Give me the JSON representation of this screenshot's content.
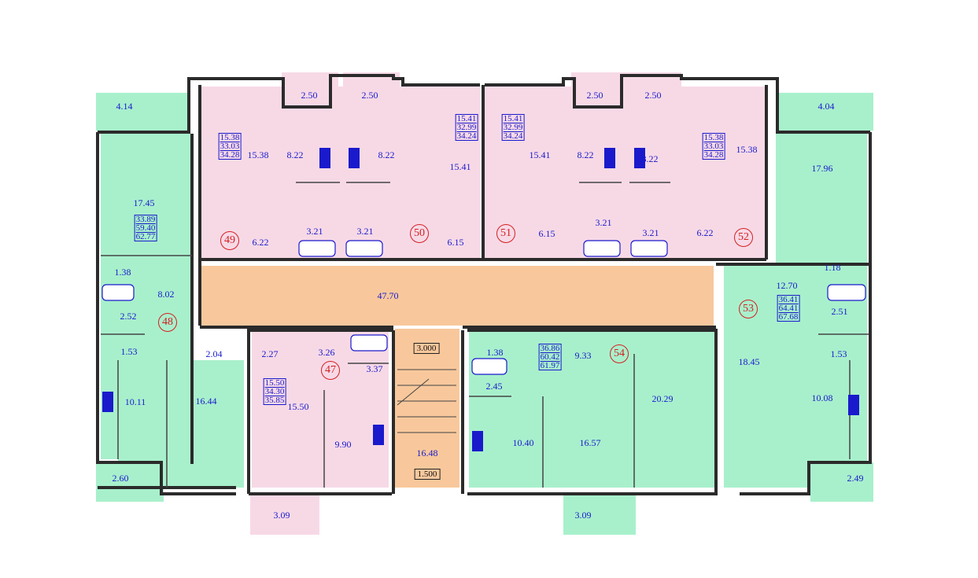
{
  "colors": {
    "green": "#a8f0cc",
    "pink": "#f7d9e6",
    "corridor": "#f8c89c",
    "wall": "#2b2b2b",
    "text": "#1a1acc",
    "apt": "#d42020"
  },
  "apartments": [
    "49",
    "50",
    "51",
    "52",
    "53",
    "54",
    "48",
    "47"
  ],
  "stacks": {
    "a49": [
      "15.38",
      "33.03",
      "34.28"
    ],
    "a50": [
      "15.41",
      "32.99",
      "34.24"
    ],
    "a51": [
      "15.41",
      "32.99",
      "34.24"
    ],
    "a52": [
      "15.38",
      "33.03",
      "34.28"
    ],
    "a48": [
      "33.89",
      "59.40",
      "62.77"
    ],
    "a53": [
      "36.41",
      "64.41",
      "67.68"
    ],
    "a54": [
      "36.86",
      "60.42",
      "61.97"
    ],
    "a47": [
      "15.50",
      "34.30",
      "35.85"
    ]
  },
  "areas": {
    "balc_tl": "4.14",
    "balc_49": "2.50",
    "balc_50": "2.50",
    "balc_51": "2.50",
    "balc_52": "2.50",
    "balc_tr": "4.04",
    "r49_room": "15.38",
    "r49_kit": "8.22",
    "r49_bath": "3.21",
    "r49_hall": "6.22",
    "r50_kit": "8.22",
    "r50_room": "15.41",
    "r50_bath": "3.21",
    "r50_hall": "6.15",
    "r51_room": "15.41",
    "r51_kit": "8.22",
    "r51_bath": "3.21",
    "r51_hall": "6.15",
    "r52_kit": "8.22",
    "r52_room": "15.38",
    "r52_bath": "3.21",
    "r52_hall": "6.22",
    "r48_room1": "17.45",
    "r48_wc": "1.38",
    "r48_hall": "8.02",
    "r48_bath": "2.52",
    "r48_wc2": "1.53",
    "r48_closet": "2.04",
    "r48_kit": "10.11",
    "r48_room2": "16.44",
    "balc_bl": "2.60",
    "r53_room1": "17.96",
    "r53_wc": "1.18",
    "r53_hall": "12.70",
    "r53_bath": "2.51",
    "r53_room2": "18.45",
    "r53_wc2": "1.53",
    "r53_kit": "10.08",
    "balc_br": "2.49",
    "corridor": "47.70",
    "stair": "16.48",
    "r47_hall": "2.27",
    "r47_hall2": "3.26",
    "r47_bath": "3.37",
    "r47_room": "15.50",
    "r47_kit": "9.90",
    "balc_b47": "3.09",
    "r54_wc": "1.38",
    "r54_hall": "9.33",
    "r54_bath": "2.45",
    "r54_kit": "10.40",
    "r54_room1": "16.57",
    "r54_room2": "20.29",
    "balc_b54": "3.09"
  },
  "levels": {
    "top": "3.000",
    "bottom": "1.500"
  }
}
